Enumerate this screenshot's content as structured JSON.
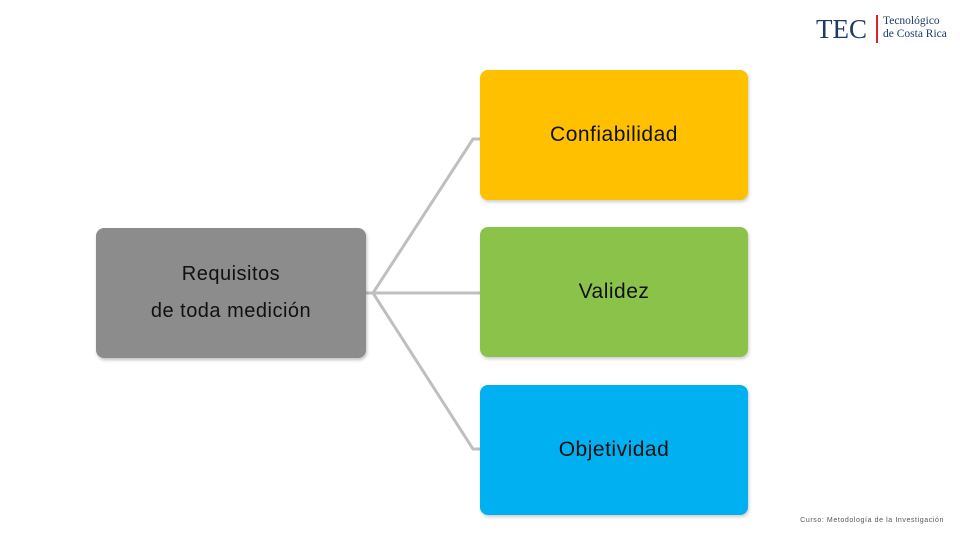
{
  "logo": {
    "abbr": "TEC",
    "name_line1": "Tecnológico",
    "name_line2": "de Costa Rica"
  },
  "diagram": {
    "root": {
      "line1": "Requisitos",
      "line2": "de toda medición"
    },
    "children": [
      {
        "label": "Confiabilidad",
        "color": "#ffc000"
      },
      {
        "label": "Validez",
        "color": "#8bc34a"
      },
      {
        "label": "Objetividad",
        "color": "#00b0f0"
      }
    ],
    "root_color": "#8c8c8c",
    "connector_color": "#bfbfbf"
  },
  "footer": {
    "text": "Curso: Metodología de la Investigación"
  }
}
